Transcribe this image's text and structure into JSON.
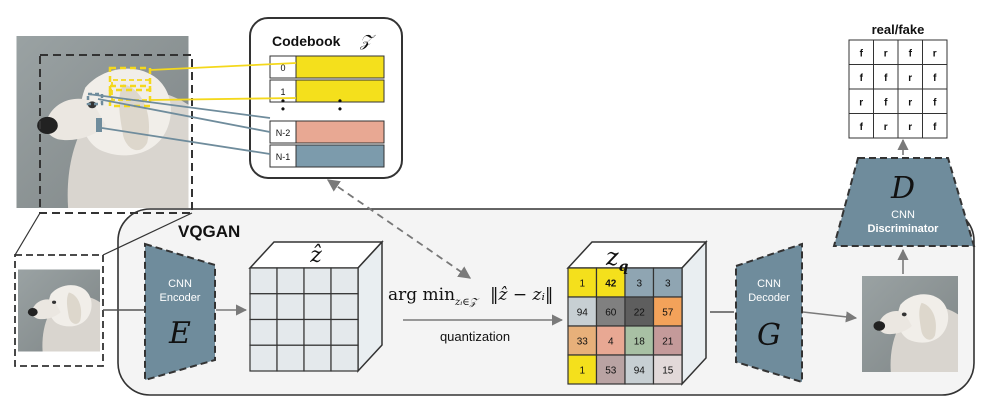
{
  "codebook": {
    "title": "Codebook",
    "symbol": "𝒵",
    "rows": [
      {
        "label": "0",
        "color": "#f4e01c"
      },
      {
        "label": "1",
        "color": "#f4e01c"
      },
      {
        "label": "N-2",
        "color": "#e8a893"
      },
      {
        "label": "N-1",
        "color": "#7c9bac"
      }
    ],
    "dots": "•"
  },
  "vqgan_title": "VQGAN",
  "encoder": {
    "line1": "CNN",
    "line2": "Encoder",
    "symbol": "E"
  },
  "decoder": {
    "line1": "CNN",
    "line2": "Decoder",
    "symbol": "G"
  },
  "discriminator": {
    "line1": "CNN",
    "line2": "Discriminator",
    "symbol": "D"
  },
  "z_hat": {
    "symbol": "ẑ"
  },
  "z_q": {
    "symbol": "z",
    "subscript": "q",
    "grid": [
      [
        "1",
        "42",
        "3",
        "3"
      ],
      [
        "94",
        "60",
        "22",
        "57"
      ],
      [
        "33",
        "4",
        "18",
        "21"
      ],
      [
        "1",
        "53",
        "94",
        "15"
      ]
    ],
    "cell_colors": [
      [
        "#f4e01c",
        "#f4e01c",
        "#8fa5b2",
        "#8fa5b2"
      ],
      [
        "#c7cfd3",
        "#808080",
        "#5e5e5e",
        "#f3a25a"
      ],
      [
        "#e7b07a",
        "#e8a893",
        "#a8c0a4",
        "#c49a9a"
      ],
      [
        "#f4e01c",
        "#b9a3a3",
        "#c7cfd3",
        "#e2d9d9"
      ]
    ]
  },
  "quantization": {
    "formula_main": "arg min",
    "formula_sub": "zᵢ∈𝒵",
    "formula_norm": "‖ẑ − zᵢ‖",
    "label": "quantization"
  },
  "real_fake": {
    "title": "real/fake",
    "grid": [
      [
        "f",
        "r",
        "f",
        "r"
      ],
      [
        "f",
        "f",
        "r",
        "f"
      ],
      [
        "r",
        "f",
        "r",
        "f"
      ],
      [
        "f",
        "r",
        "r",
        "f"
      ]
    ]
  },
  "colors": {
    "slate": "#6f8c9c",
    "yellow": "#f4e01c",
    "salmon": "#e8a893",
    "panel": "#f4f4f4",
    "grid_face": "#e4e9ec"
  }
}
